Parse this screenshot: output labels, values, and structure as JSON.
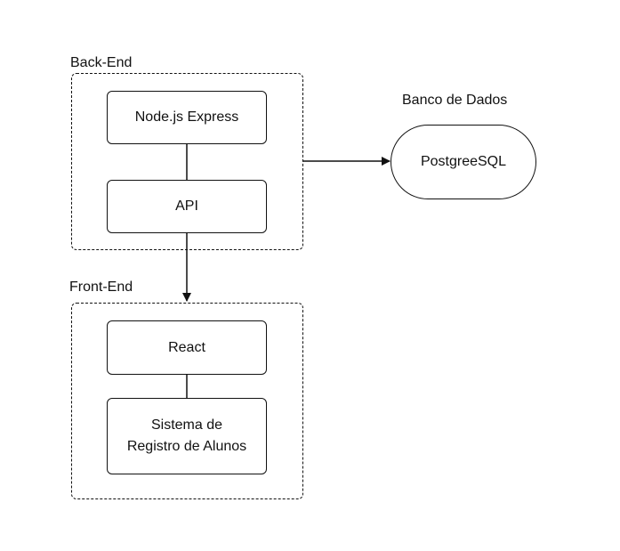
{
  "backend": {
    "label": "Back-End",
    "nodes": [
      "Node.js Express",
      "API"
    ]
  },
  "frontend": {
    "label": "Front-End",
    "nodes": [
      "React",
      "Sistema de Registro de Alunos"
    ],
    "registro_line1": "Sistema de",
    "registro_line2": "Registro de Alunos"
  },
  "database": {
    "label": "Banco de Dados",
    "node": "PostgreeSQL"
  },
  "colors": {
    "stroke": "#111111",
    "background": "#ffffff"
  }
}
